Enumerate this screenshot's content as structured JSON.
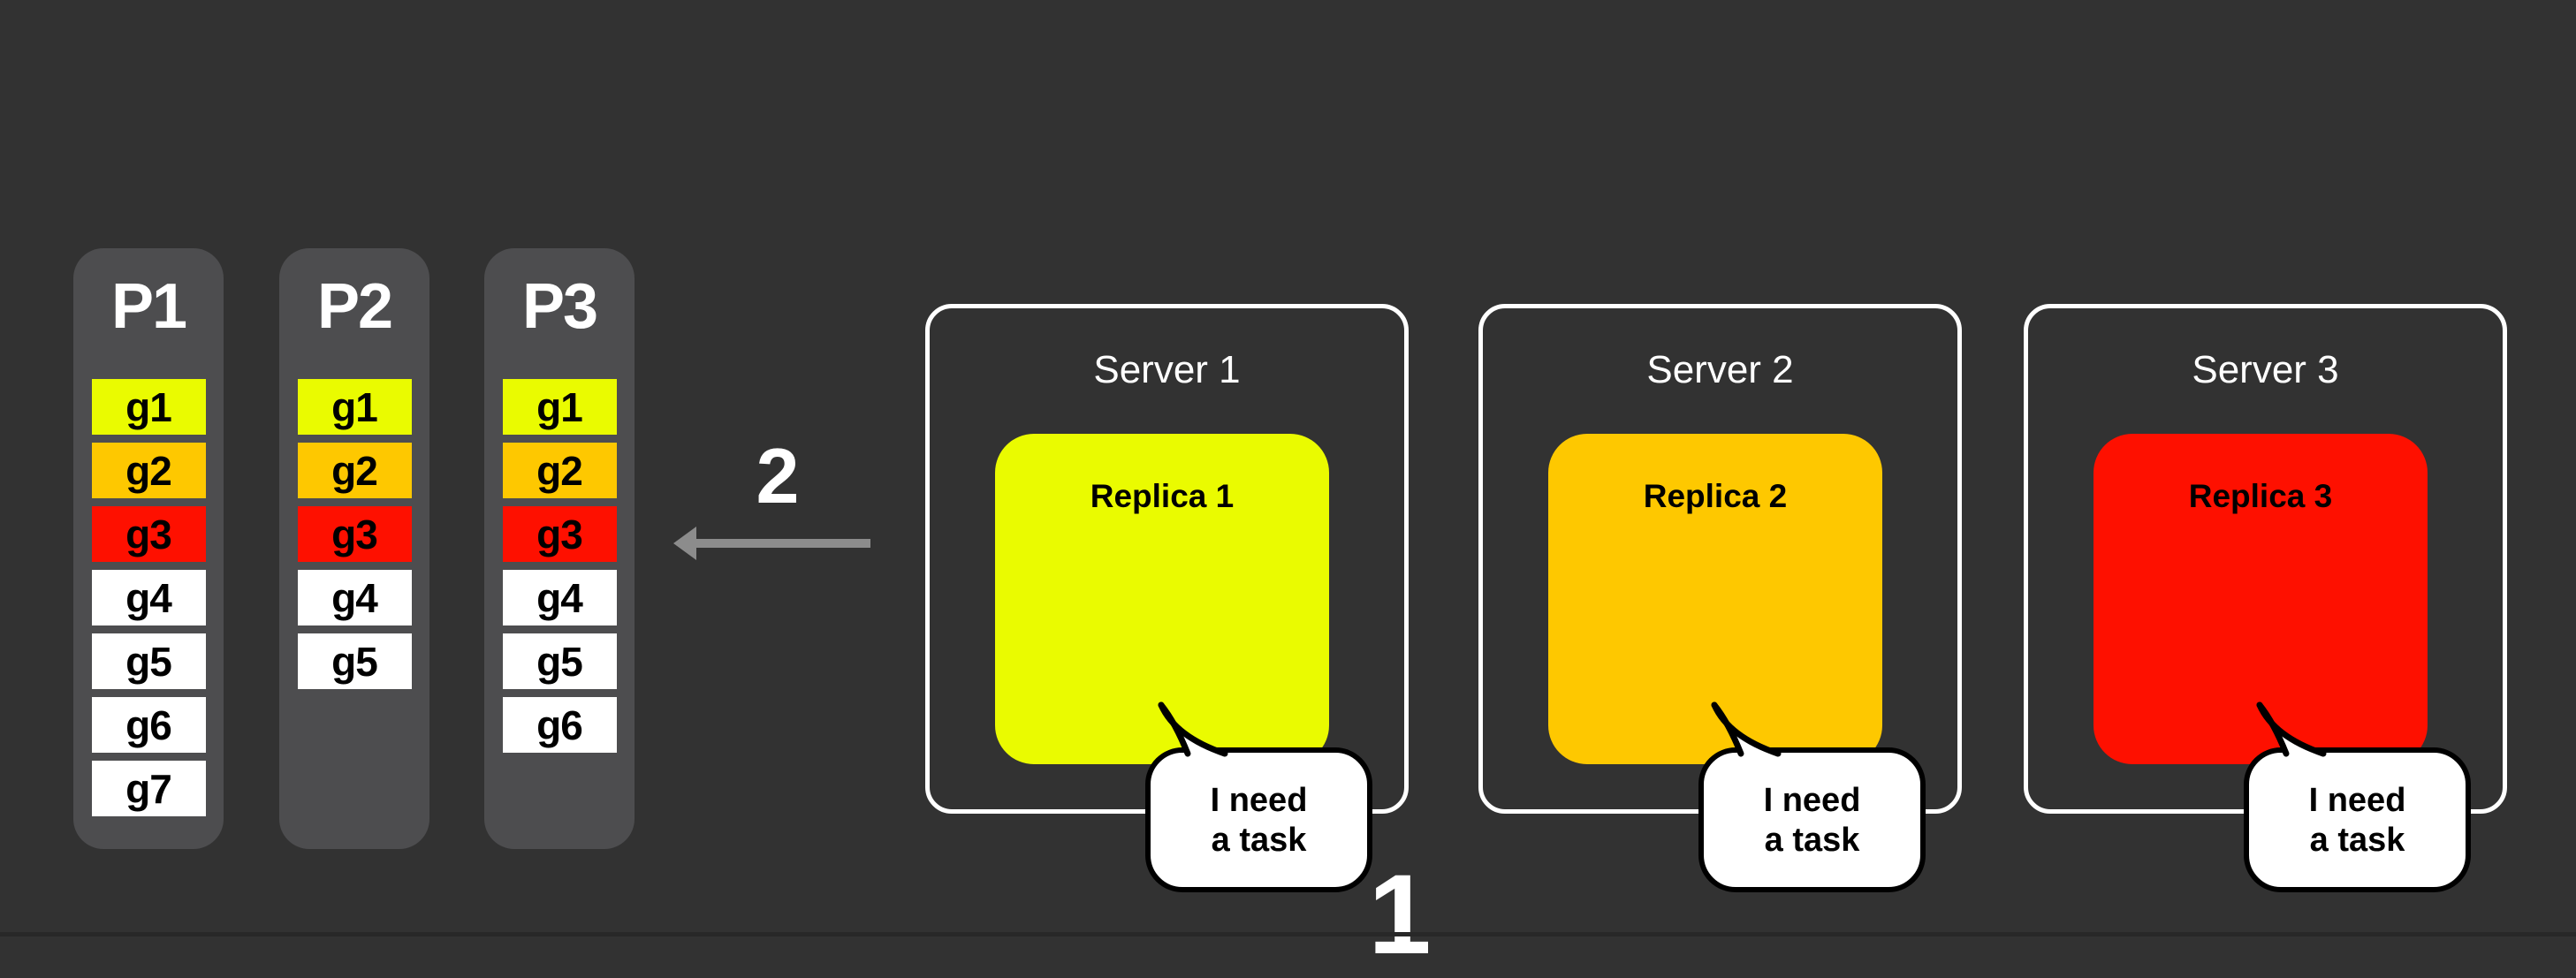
{
  "background": "#323232",
  "palette": {
    "yellow": "#eafb00",
    "gold": "#fec800",
    "red": "#fe1000",
    "white": "#ffffff",
    "column_gray": "#4d4d4f",
    "arrow_gray": "#8c8c8c"
  },
  "partitions": [
    {
      "label": "P1",
      "cells": [
        {
          "label": "g1",
          "color": "#eafb00"
        },
        {
          "label": "g2",
          "color": "#fec800"
        },
        {
          "label": "g3",
          "color": "#fe1000"
        },
        {
          "label": "g4",
          "color": "#ffffff"
        },
        {
          "label": "g5",
          "color": "#ffffff"
        },
        {
          "label": "g6",
          "color": "#ffffff"
        },
        {
          "label": "g7",
          "color": "#ffffff"
        }
      ]
    },
    {
      "label": "P2",
      "cells": [
        {
          "label": "g1",
          "color": "#eafb00"
        },
        {
          "label": "g2",
          "color": "#fec800"
        },
        {
          "label": "g3",
          "color": "#fe1000"
        },
        {
          "label": "g4",
          "color": "#ffffff"
        },
        {
          "label": "g5",
          "color": "#ffffff"
        }
      ]
    },
    {
      "label": "P3",
      "cells": [
        {
          "label": "g1",
          "color": "#eafb00"
        },
        {
          "label": "g2",
          "color": "#fec800"
        },
        {
          "label": "g3",
          "color": "#fe1000"
        },
        {
          "label": "g4",
          "color": "#ffffff"
        },
        {
          "label": "g5",
          "color": "#ffffff"
        },
        {
          "label": "g6",
          "color": "#ffffff"
        }
      ]
    }
  ],
  "step2": {
    "label": "2"
  },
  "servers": [
    {
      "title": "Server 1",
      "replica": {
        "label": "Replica 1",
        "color": "#eafb00"
      },
      "bubble": {
        "line1": "I need",
        "line2": "a task"
      }
    },
    {
      "title": "Server 2",
      "replica": {
        "label": "Replica 2",
        "color": "#fec800"
      },
      "bubble": {
        "line1": "I need",
        "line2": "a task"
      }
    },
    {
      "title": "Server 3",
      "replica": {
        "label": "Replica 3",
        "color": "#fe1000"
      },
      "bubble": {
        "line1": "I need",
        "line2": "a task"
      }
    }
  ],
  "step1": {
    "label": "1"
  }
}
